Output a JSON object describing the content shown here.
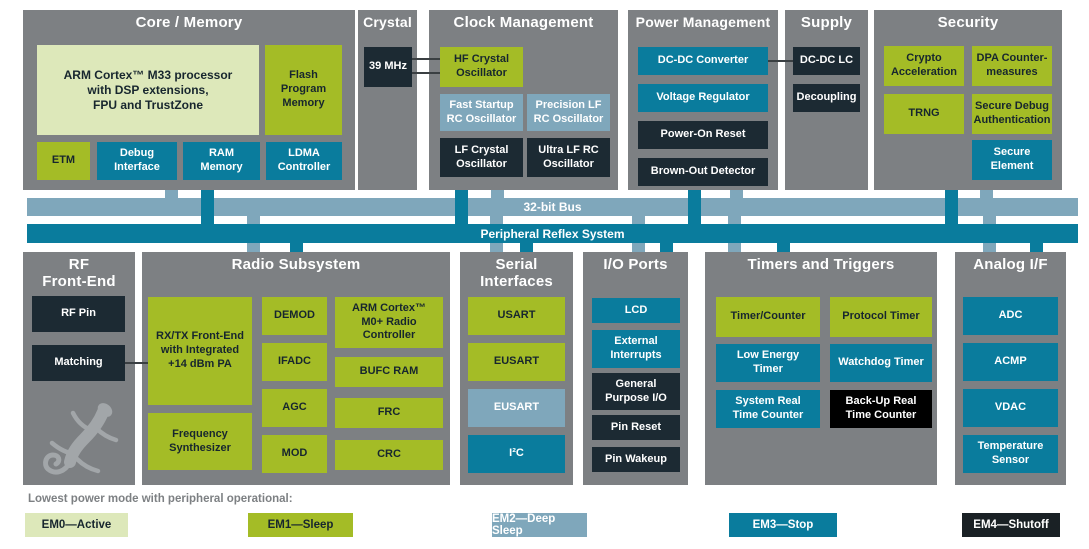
{
  "colors": {
    "em0_active": "#dde8ba",
    "em1_sleep": "#a4bc26",
    "em2_deep_sleep": "#7fa7bb",
    "em3_stop": "#0a7c9d",
    "em4_shutoff": "#1a2125",
    "always_on_dark": "#1c2a33",
    "section_gray": "#7d8083"
  },
  "buses": {
    "bus_32bit": "32-bit Bus",
    "prs": "Peripheral Reflex System"
  },
  "legend": {
    "label": "Lowest power mode with peripheral operational:",
    "items": [
      {
        "label": "EM0—Active"
      },
      {
        "label": "EM1—Sleep"
      },
      {
        "label": "EM2—Deep Sleep"
      },
      {
        "label": "EM3—Stop"
      },
      {
        "label": "EM4—Shutoff"
      }
    ]
  },
  "sections": {
    "core": {
      "title": "Core / Memory",
      "arm": "ARM Cortex™ M33 processor\nwith DSP extensions,\nFPU and TrustZone",
      "flash": "Flash Program\nMemory",
      "etm": "ETM",
      "debug": "Debug\nInterface",
      "ram": "RAM\nMemory",
      "ldma": "LDMA\nController"
    },
    "crystal": {
      "title": "Crystal",
      "freq": "39 MHz"
    },
    "clock": {
      "title": "Clock Management",
      "hfxo": "HF Crystal\nOscillator",
      "fsrco": "Fast Startup\nRC Oscillator",
      "plfrco": "Precision LF\nRC Oscillator",
      "lfxo": "LF Crystal\nOscillator",
      "ulfrco": "Ultra LF RC\nOscillator"
    },
    "power": {
      "title": "Power Management",
      "dcdc": "DC-DC Converter",
      "vreg": "Voltage Regulator",
      "por": "Power-On Reset",
      "bod": "Brown-Out Detector"
    },
    "supply": {
      "title": "Supply",
      "dcdclc": "DC-DC LC",
      "decoupling": "Decoupling"
    },
    "security": {
      "title": "Security",
      "crypto": "Crypto\nAcceleration",
      "dpa": "DPA Counter-\nmeasures",
      "trng": "TRNG",
      "sda": "Secure Debug\nAuthentication",
      "se": "Secure\nElement"
    },
    "rf": {
      "title": "RF\nFront-End",
      "rfpin": "RF Pin",
      "matching": "Matching"
    },
    "radio": {
      "title": "Radio Subsystem",
      "rxtx": "RX/TX Front-End\nwith Integrated\n+14 dBm PA",
      "fsynth": "Frequency\nSynthesizer",
      "demod": "DEMOD",
      "ifadc": "IFADC",
      "agc": "AGC",
      "mod": "MOD",
      "armm0": "ARM Cortex™\nM0+ Radio\nController",
      "bufc": "BUFC RAM",
      "frc": "FRC",
      "crc": "CRC"
    },
    "serial": {
      "title": "Serial\nInterfaces",
      "usart": "USART",
      "eusart1": "EUSART",
      "eusart2": "EUSART",
      "i2c": "I²C"
    },
    "io": {
      "title": "I/O Ports",
      "lcd": "LCD",
      "extint": "External\nInterrupts",
      "gpio": "General\nPurpose I/O",
      "pinreset": "Pin Reset",
      "pinwakeup": "Pin Wakeup"
    },
    "timers": {
      "title": "Timers and Triggers",
      "timercounter": "Timer/Counter",
      "prototimer": "Protocol Timer",
      "letimer": "Low Energy\nTimer",
      "wdog": "Watchdog Timer",
      "sysrtc": "System Real\nTime Counter",
      "burtc": "Back-Up Real\nTime Counter"
    },
    "analog": {
      "title": "Analog I/F",
      "adc": "ADC",
      "acmp": "ACMP",
      "vdac": "VDAC",
      "temp": "Temperature\nSensor"
    }
  }
}
